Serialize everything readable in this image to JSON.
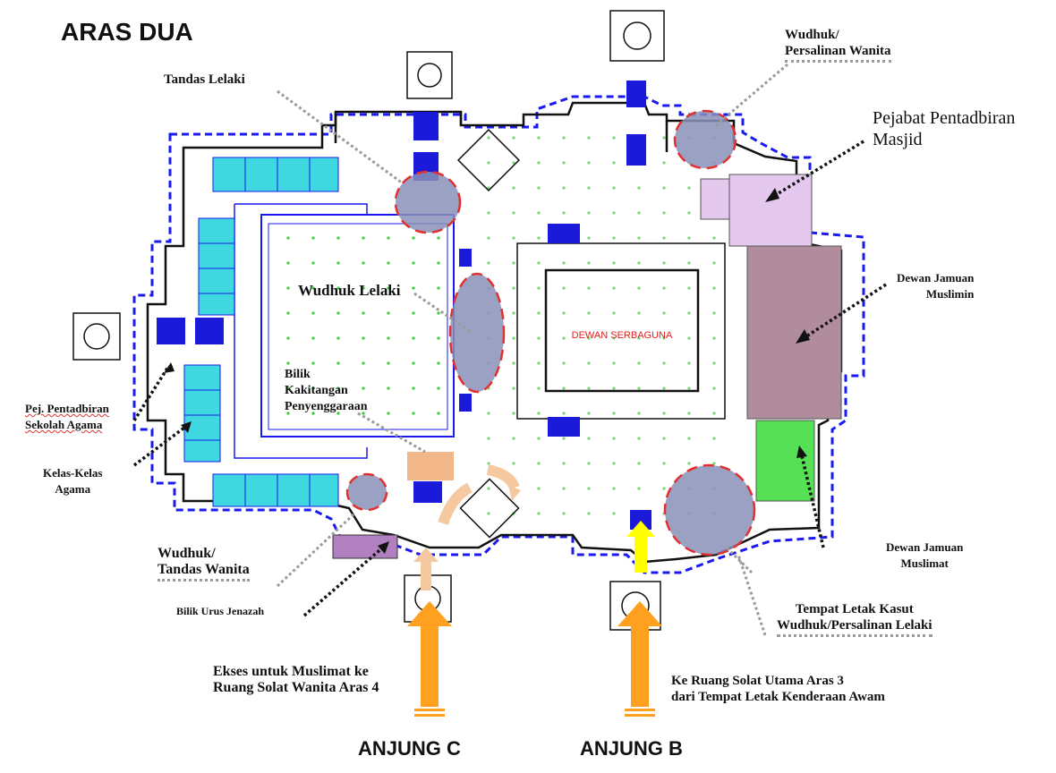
{
  "title": "ARAS DUA",
  "hall": "DEWAN SERBAGUNA",
  "labels": {
    "tandas_lelaki": "Tandas Lelaki",
    "wudhuk_persalinan_wanita_1": "Wudhuk/",
    "wudhuk_persalinan_wanita_2": "Persalinan Wanita",
    "pejabat_pentadbiran_masjid_1": "Pejabat Pentadbiran",
    "pejabat_pentadbiran_masjid_2": "Masjid",
    "dewan_jamuan_muslimin_1": "Dewan Jamuan",
    "dewan_jamuan_muslimin_2": "Muslimin",
    "wudhuk_lelaki": "Wudhuk Lelaki",
    "bilik_1": "Bilik",
    "bilik_2": "Kakitangan",
    "bilik_3": "Penyenggaraan",
    "pej_sekolah_1": "Pej. Pentadbiran",
    "pej_sekolah_2": "Sekolah Agama",
    "kelas_1": "Kelas-Kelas",
    "kelas_2": "Agama",
    "wudhuk_tandas_wanita_1": "Wudhuk/",
    "wudhuk_tandas_wanita_2": "Tandas Wanita",
    "bilik_urus_jenazah": "Bilik Urus Jenazah",
    "dewan_jamuan_muslimat_1": "Dewan Jamuan",
    "dewan_jamuan_muslimat_2": "Muslimat",
    "kasut_1": "Tempat Letak Kasut",
    "kasut_2": "Wudhuk/Persalinan Lelaki",
    "ekses_1": "Ekses untuk Muslimat ke",
    "ekses_2": "Ruang Solat Wanita Aras 4",
    "ke_ruang_1": "Ke Ruang Solat Utama Aras 3",
    "ke_ruang_2": "dari Tempat Letak Kenderaan Awam",
    "anjung_c": "ANJUNG C",
    "anjung_b": "ANJUNG B"
  },
  "colors": {
    "wall": "#111111",
    "grid": "#1a1af0",
    "cyan": "#40d8e0",
    "mauve": "#b08c9c",
    "lilac": "#e4c8ee",
    "green": "#55e055",
    "orange_arrow": "#ffa020",
    "yellow_arrow": "#ffff00",
    "red_highlight": "#e03030",
    "slate": "#8890b8"
  }
}
